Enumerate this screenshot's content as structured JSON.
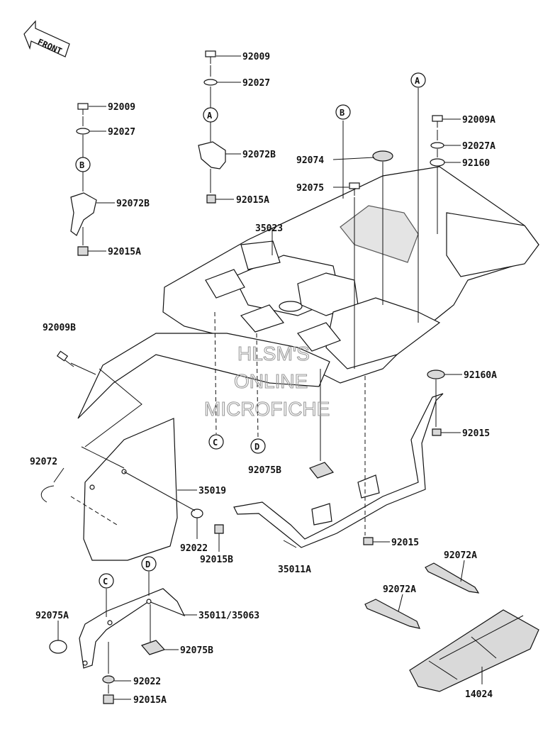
{
  "direction_label": "FRONT",
  "watermark": [
    "HLSM'S",
    "ONLINE",
    "MICROFICHE"
  ],
  "callouts": {
    "A1": "A",
    "A2": "A",
    "B1": "B",
    "B2": "B",
    "C1": "C",
    "C2": "C",
    "D1": "D",
    "D2": "D"
  },
  "part_numbers": {
    "p92009_top": "92009",
    "p92027_top": "92027",
    "p92072B_top": "92072B",
    "p92015A_top": "92015A",
    "p92009_left": "92009",
    "p92027_left": "92027",
    "p92072B_left": "92072B",
    "p92015A_left": "92015A",
    "p92009A": "92009A",
    "p92027A": "92027A",
    "p92160": "92160",
    "p92074": "92074",
    "p92075": "92075",
    "p35023": "35023",
    "p92009B": "92009B",
    "p92160A": "92160A",
    "p92015_r1": "92015",
    "p92075B_mid": "92075B",
    "p92072": "92072",
    "p35019": "35019",
    "p92022_mid": "92022",
    "p92015B": "92015B",
    "p35011A": "35011A",
    "p92015_r2": "92015",
    "p92072A_right": "92072A",
    "p92072A_mid": "92072A",
    "p92075A": "92075A",
    "p35011_35063": "35011/35063",
    "p92075B_bot": "92075B",
    "p92022_bot": "92022",
    "p92015A_bot": "92015A",
    "p14024": "14024"
  }
}
